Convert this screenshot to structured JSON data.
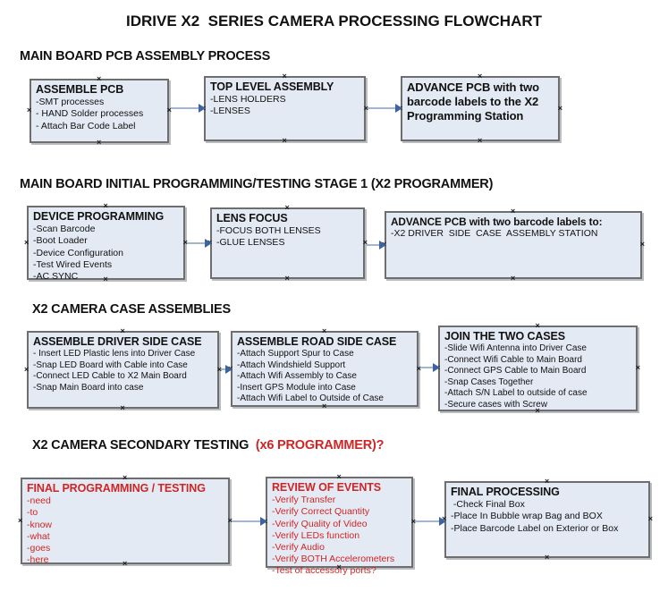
{
  "title": "IDRIVE X2  SERIES CAMERA PROCESSING FLOWCHART",
  "colors": {
    "fill": "#e4eaf4",
    "border": "#6e6e6e",
    "line": "#a3b6cf",
    "arrow": "#3e63a3",
    "red": "#d02525",
    "ink": "#111111"
  },
  "anchor_mark": "×",
  "sections": [
    {
      "heading": "MAIN BOARD PCB ASSEMBLY PROCESS",
      "boxes": [
        {
          "title": "ASSEMBLE PCB",
          "items": [
            "-SMT processes",
            "- HAND Solder processes",
            "- Attach Bar Code Label"
          ]
        },
        {
          "title": "TOP LEVEL ASSEMBLY",
          "items": [
            "-LENS HOLDERS",
            "-LENSES"
          ]
        },
        {
          "title": "ADVANCE PCB with two barcode labels to the X2 Programming Station",
          "items": []
        }
      ]
    },
    {
      "heading": "MAIN BOARD INITIAL PROGRAMMING/TESTING STAGE 1 (X2 PROGRAMMER)",
      "boxes": [
        {
          "title": "DEVICE PROGRAMMING",
          "items": [
            "-Scan Barcode",
            "-Boot Loader",
            "-Device Configuration",
            "-Test Wired Events",
            "-AC SYNC"
          ]
        },
        {
          "title": "LENS FOCUS",
          "items": [
            "-FOCUS BOTH LENSES",
            "-GLUE LENSES"
          ]
        },
        {
          "title": "ADVANCE PCB with two barcode labels to:",
          "items": [
            "-X2 DRIVER  SIDE  CASE  ASSEMBLY STATION"
          ]
        }
      ]
    },
    {
      "heading": "X2 CAMERA CASE ASSEMBLIES",
      "boxes": [
        {
          "title": "ASSEMBLE DRIVER SIDE CASE",
          "items": [
            "- Insert LED Plastic lens into Driver Case",
            "-Snap LED Board with Cable into Case",
            "-Connect LED Cable to X2 Main Board",
            "-Snap Main Board into case"
          ]
        },
        {
          "title": "ASSEMBLE ROAD SIDE CASE",
          "items": [
            "-Attach Support Spur to Case",
            "-Attach Windshield Support",
            "-Attach Wifi Assembly to Case",
            "-Insert GPS Module into Case",
            "-Attach Wifi Label to Outside of Case"
          ]
        },
        {
          "title": "JOIN THE TWO CASES",
          "items": [
            "-Slide Wifi Antenna into Driver Case",
            "-Connect Wifi Cable to Main Board",
            "-Connect GPS Cable to Main Board",
            "-Snap Cases Together",
            "-Attach S/N Label to outside of case",
            "-Secure cases with Screw"
          ]
        }
      ]
    },
    {
      "heading": "X2 CAMERA SECONDARY TESTING  ",
      "heading_red": "(x6 PROGRAMMER)?",
      "boxes": [
        {
          "title": "FINAL PROGRAMMING / TESTING",
          "text_color": "#d02525",
          "items": [
            "-need",
            "-to",
            "-know",
            "-what",
            "-goes",
            "-here"
          ]
        },
        {
          "title": "REVIEW OF EVENTS",
          "text_color": "#d02525",
          "items": [
            "-Verify Transfer",
            "-Verify Correct Quantity",
            "-Verify Quality of Video",
            "-Verify LEDs function",
            "-Verify Audio",
            "-Verify BOTH Accelerometers",
            "-Test of accessory ports?"
          ]
        },
        {
          "title": "FINAL PROCESSING",
          "items": [
            " -Check Final Box",
            "-Place In Bubble wrap Bag and BOX",
            "-Place Barcode Label on Exterior or Box"
          ]
        }
      ]
    }
  ]
}
